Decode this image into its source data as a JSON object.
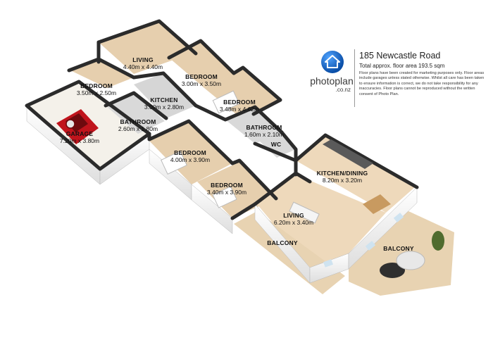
{
  "property": {
    "address": "185 Newcastle Road",
    "total_area": "Total approx. floor area 193.5 sqm",
    "disclaimer": "Floor plans have been created for marketing purposes only. Floor areas include garages unless stated otherwise. Whilst all care has been taken to ensure information is correct, we do not take responsibility for any inaccuracies. Floor plans cannot be reproduced without the written consent of Photo Plan."
  },
  "brand": {
    "name": "photoplan",
    "sub": ".co.nz",
    "color": "#1a6fd6"
  },
  "rooms": [
    {
      "id": "living-top",
      "name": "LIVING",
      "dims": "4.40m x 4.40m"
    },
    {
      "id": "bedroom-1",
      "name": "BEDROOM",
      "dims": "3.50m x 2.50m"
    },
    {
      "id": "bedroom-2",
      "name": "BEDROOM",
      "dims": "3.00m x 3.50m"
    },
    {
      "id": "bedroom-3",
      "name": "BEDROOM",
      "dims": "3.48m x 4.62m"
    },
    {
      "id": "kitchen",
      "name": "KITCHEN",
      "dims": "3.00m x 2.80m"
    },
    {
      "id": "garage",
      "name": "GARAGE",
      "dims": "7.20m x 3.80m"
    },
    {
      "id": "bathroom-1",
      "name": "BATHROOM",
      "dims": "2.60m x 1.80m"
    },
    {
      "id": "bathroom-2",
      "name": "BATHROOM",
      "dims": "1.60m x 2.10m"
    },
    {
      "id": "wc",
      "name": "WC",
      "dims": ""
    },
    {
      "id": "bedroom-4",
      "name": "BEDROOM",
      "dims": "4.00m x 3.90m"
    },
    {
      "id": "bedroom-5",
      "name": "BEDROOM",
      "dims": "3.40m x 3.90m"
    },
    {
      "id": "kitchen-dining",
      "name": "KITCHEN/DINING",
      "dims": "8.20m x 3.20m"
    },
    {
      "id": "living-main",
      "name": "LIVING",
      "dims": "6.20m x 3.40m"
    },
    {
      "id": "balcony-1",
      "name": "BALCONY",
      "dims": ""
    },
    {
      "id": "balcony-2",
      "name": "BALCONY",
      "dims": ""
    }
  ],
  "colors": {
    "wall_top": "#2b2b2b",
    "wall_face": "#f2f2f2",
    "floor": "#e6cfae",
    "floor_light": "#eed9bb",
    "garage_floor": "#f4f1ea",
    "grey_floor": "#d9d9d9",
    "deck": "#e8d3b2",
    "car": "#c0141c"
  }
}
